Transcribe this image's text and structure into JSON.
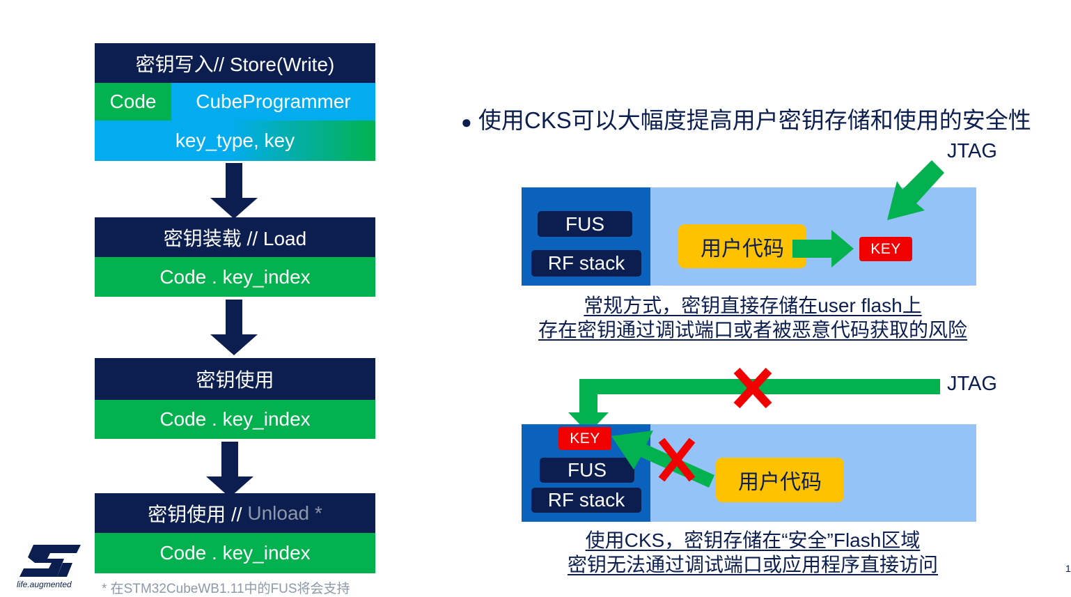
{
  "left_flow": {
    "store": {
      "title": "密钥写入// Store(Write)",
      "code": "Code",
      "tool": "CubeProgrammer",
      "params": "key_type, key"
    },
    "load": {
      "title": "密钥装载 // Load",
      "params": "Code . key_index"
    },
    "use": {
      "title": "密钥使用",
      "params": "Code . key_index"
    },
    "unload": {
      "title_prefix": "密钥使用 // ",
      "title_highlight": "Unload *",
      "params": "Code . key_index"
    }
  },
  "bullet": "使用CKS可以大幅度提高用户密钥存储和使用的安全性",
  "diagram1": {
    "jtag": "JTAG",
    "fus": "FUS",
    "rf_stack": "RF stack",
    "user_code": "用户代码",
    "key": "KEY",
    "caption_line1": "常规方式，密钥直接存储在user flash上",
    "caption_line2": "存在密钥通过调试端口或者被恶意代码获取的风险"
  },
  "diagram2": {
    "jtag": "JTAG",
    "key": "KEY",
    "fus": "FUS",
    "rf_stack": "RF stack",
    "user_code": "用户代码",
    "caption_line1": "使用CKS，密钥存储在“安全”Flash区域",
    "caption_line2": "密钥无法通过调试端口或应用程序直接访问"
  },
  "footnote": "* 在STM32CubeWB1.11中的FUS将会支持",
  "logo": {
    "tagline": "life.augmented"
  },
  "page_number": "1",
  "colors": {
    "navy": "#0b1e4f",
    "green": "#03b24f",
    "cyan": "#03acee",
    "red": "#f00000",
    "yellow": "#ffc200",
    "blue": "#0a62bd",
    "light_blue": "#96c3f7"
  }
}
